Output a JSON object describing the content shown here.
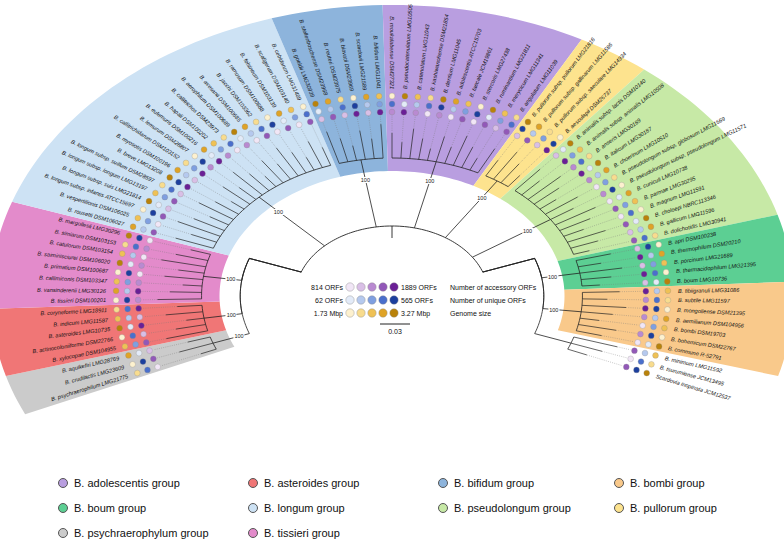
{
  "diagram": {
    "labels": [
      "B. psychraerophilum LMG21775",
      "B. crudilactis LMG23609",
      "B. aquikefiri LMG28769",
      "B. xylocopae DSM104955",
      "B. actinocoloniiforme DSM22766",
      "B. asteroides LMG10735",
      "B. indicum LMG11587",
      "B. coryneforme LMG18911",
      "B. tissieri DSM100201",
      "B. vansinderenii LMG30126",
      "B. callimiconis DSM103347",
      "B. primatium DSM100687",
      "B. saimiriisciurei DSM106020",
      "B. catulorum DSM103154",
      "B. simiarum DSM103153",
      "B. margollesii LMG30296",
      "B. rousetti DSM106027",
      "B. vespertilionis DSM106025",
      "B. longum subsp. infantis ATCC15697",
      "B. longum subsp. suis LMG21814",
      "B. longum subsp. longum LMG13197",
      "B. longum subsp. suillum DSM28597",
      "B. breve LMG13208",
      "B. myosotis DSM100196",
      "B. callitrichidarum DSM103152",
      "B. lemurum DSM28807",
      "B. eulemuris DSM100216",
      "B. hapali DSM100202",
      "B. callitrichos DSM23973",
      "B. aerophilum DSM100689",
      "B. avesanii DSM100685",
      "B. jacchi DSM103362",
      "B. ramosum DSM100688",
      "B. felsineum DSM103139",
      "B. scaligerum DSM103140",
      "B. cebidarum LMG31469",
      "B. goeldii LMG30939",
      "B. stellenboschense DSM23968",
      "B. reuteri DSM23975",
      "B. biavatii DSM23969",
      "B. scardovii LMG21589",
      "B. bifidum LMG11041",
      "B. moukalabense DSM27321",
      "B. pseudocatenulatum LMG10505",
      "B. catenulatum LMG11043",
      "B. kashiwanohense DSM21854",
      "B. dentium LMG11045",
      "B. adolescentis ATCC15703",
      "B. faecale JCM19861",
      "B. stercoris LMG27438",
      "B. ruminantium LMG21811",
      "B. merycicum LMG11341",
      "B. angulatum LMG11039",
      "B. pullorum subsp. pullorum LMG21816",
      "B. pullorum subsp. gallinarum LMG11586",
      "B. pullorum subsp. saeculare LMG14934",
      "B. aesculapii DSM26737",
      "B. animalis subsp. lactis DSM10140",
      "B. animalis subsp. animalis LMG10508",
      "B. anseris LMG30189",
      "B. italicum LMG30187",
      "B. choerinum LMG10510",
      "B. pseudolongum subsp. globosum LMG11569",
      "B. pseudolongum subsp. pseudolongum LMG11571",
      "B. cuniculi LMG10738",
      "B. parmae LMG30295",
      "B. magnum LMG11591",
      "B. choloepi NBRC113346",
      "B. gallicum LMG11596",
      "B. dolichotidis LMG30941",
      "B. apri DSM100238",
      "B. thermophilum DSM20210",
      "B. porcinum LMG21689",
      "B. thermacidophilum LMG21395",
      "B. boum LMG10736",
      "B. tibiigranuli LMG31086",
      "B. subtile LMG11597",
      "B. mongoliense DSM21395",
      "B. aemilianum DSM104956",
      "B. bombi DSM19703",
      "B. bohemicum DSM22767",
      "B. commune R-52791",
      "B. minimum LMG11592",
      "B. tsurumiense JCM13495",
      "Scardovia inopinata JCM12537",
      "100",
      "100",
      "100",
      "100",
      "100",
      "100",
      "100",
      "100",
      "100",
      "100",
      "814 ORFs",
      "1889 ORFs",
      "Number of accessory ORFs",
      "62 ORFs",
      "565 ORFs",
      "Number of unique ORFs",
      "1.73 Mbp",
      "3.27 Mbp",
      "Genome size",
      "0.03"
    ],
    "legend": [
      {
        "text": "B. adolescentis group",
        "color": "#b99ee0"
      },
      {
        "text": "B. asteroides group",
        "color": "#f07676"
      },
      {
        "text": "B. bifidum group",
        "color": "#8db4dc"
      },
      {
        "text": "B. bombi group",
        "color": "#f9c98b"
      },
      {
        "text": "B. boum group",
        "color": "#5ccf93"
      },
      {
        "text": "B. longum group",
        "color": "#cde2f4"
      },
      {
        "text": "B. pseudolongum group",
        "color": "#c7e9a6"
      },
      {
        "text": "B. pullorum group",
        "color": "#fde38e"
      },
      {
        "text": "B. psychraerophylum group",
        "color": "#cbcbcb"
      },
      {
        "text": "B. tissieri group",
        "color": "#e38bcb"
      }
    ]
  }
}
